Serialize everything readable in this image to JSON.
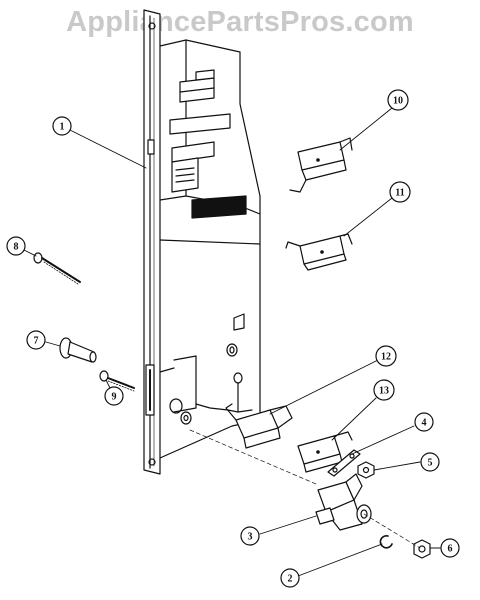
{
  "watermark": "AppliancePartsPros.com",
  "callouts": [
    "1",
    "2",
    "3",
    "4",
    "5",
    "6",
    "7",
    "8",
    "9",
    "10",
    "11",
    "12",
    "13"
  ],
  "colors": {
    "ink": "#111111",
    "watermark": "#c9c9c9"
  }
}
